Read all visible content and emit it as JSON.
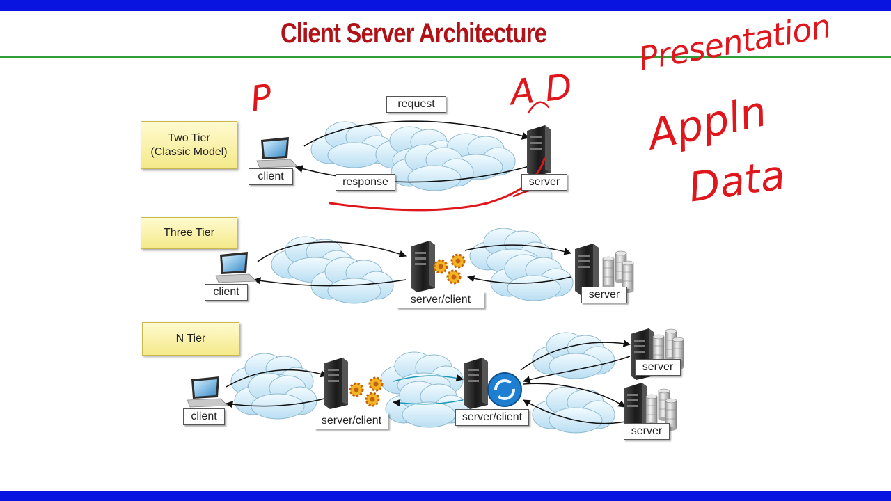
{
  "slide": {
    "title": "Client Server Architecture"
  },
  "tiers": {
    "two": {
      "line1": "Two Tier",
      "line2": "(Classic Model)"
    },
    "three": {
      "label": "Three Tier"
    },
    "n": {
      "label": "N Tier"
    }
  },
  "labels": {
    "request": "request",
    "response": "response",
    "client": "client",
    "server": "server",
    "server_client": "server/client"
  },
  "handwriting": {
    "p": "P",
    "ad": "A D",
    "presentation": "Presentation",
    "appln": "Appln",
    "data": "Data"
  },
  "colors": {
    "title": "#b01218",
    "bars": "#0a14e0",
    "rule": "#2f9e3a",
    "ink": "#e0161d"
  }
}
